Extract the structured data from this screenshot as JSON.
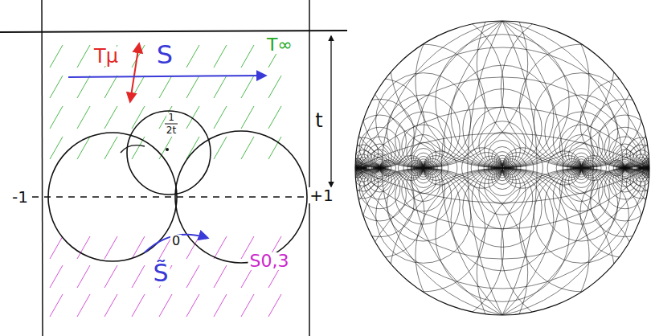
{
  "diagram": {
    "labels": [
      "Tμ",
      "S",
      "T∞",
      "t",
      "1",
      "2t",
      "-1",
      "+1",
      "0",
      "S̃",
      "S0,3"
    ]
  }
}
